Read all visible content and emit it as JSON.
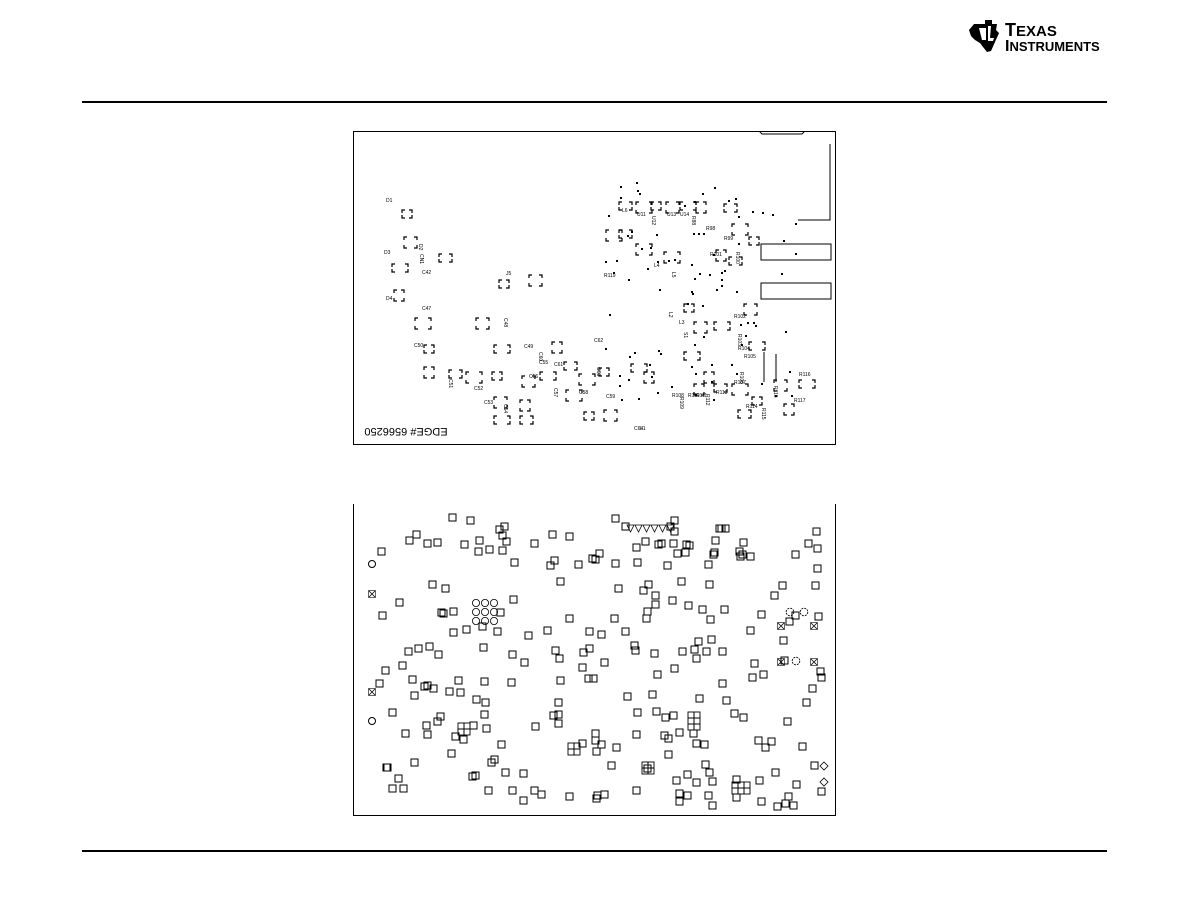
{
  "header": {
    "logo": {
      "name": "texas-instruments-logo",
      "line1": "Texas",
      "line2": "Instruments",
      "color": "#000000"
    }
  },
  "top_figure": {
    "board_id_text": "EDGE# 6566250",
    "designators": [
      "D1",
      "D2",
      "D3",
      "D4",
      "CN1",
      "C42",
      "C47",
      "C48",
      "C49",
      "C50",
      "C51",
      "C52",
      "C53",
      "C54",
      "C55",
      "C56",
      "C57",
      "C58",
      "C59",
      "C60",
      "C61",
      "C62",
      "C63",
      "C64",
      "L1",
      "L2",
      "L3",
      "L4",
      "L5",
      "L6",
      "U11",
      "U12",
      "U13",
      "U14",
      "R88",
      "R98",
      "R99",
      "R100",
      "R101",
      "R102",
      "R103",
      "R104",
      "R105",
      "R106",
      "R107",
      "R108",
      "R109",
      "R110",
      "R111",
      "R112",
      "R113",
      "R114",
      "R115",
      "R116",
      "R117",
      "R118",
      "R119",
      "J5",
      "S1"
    ]
  },
  "bottom_figure": {}
}
